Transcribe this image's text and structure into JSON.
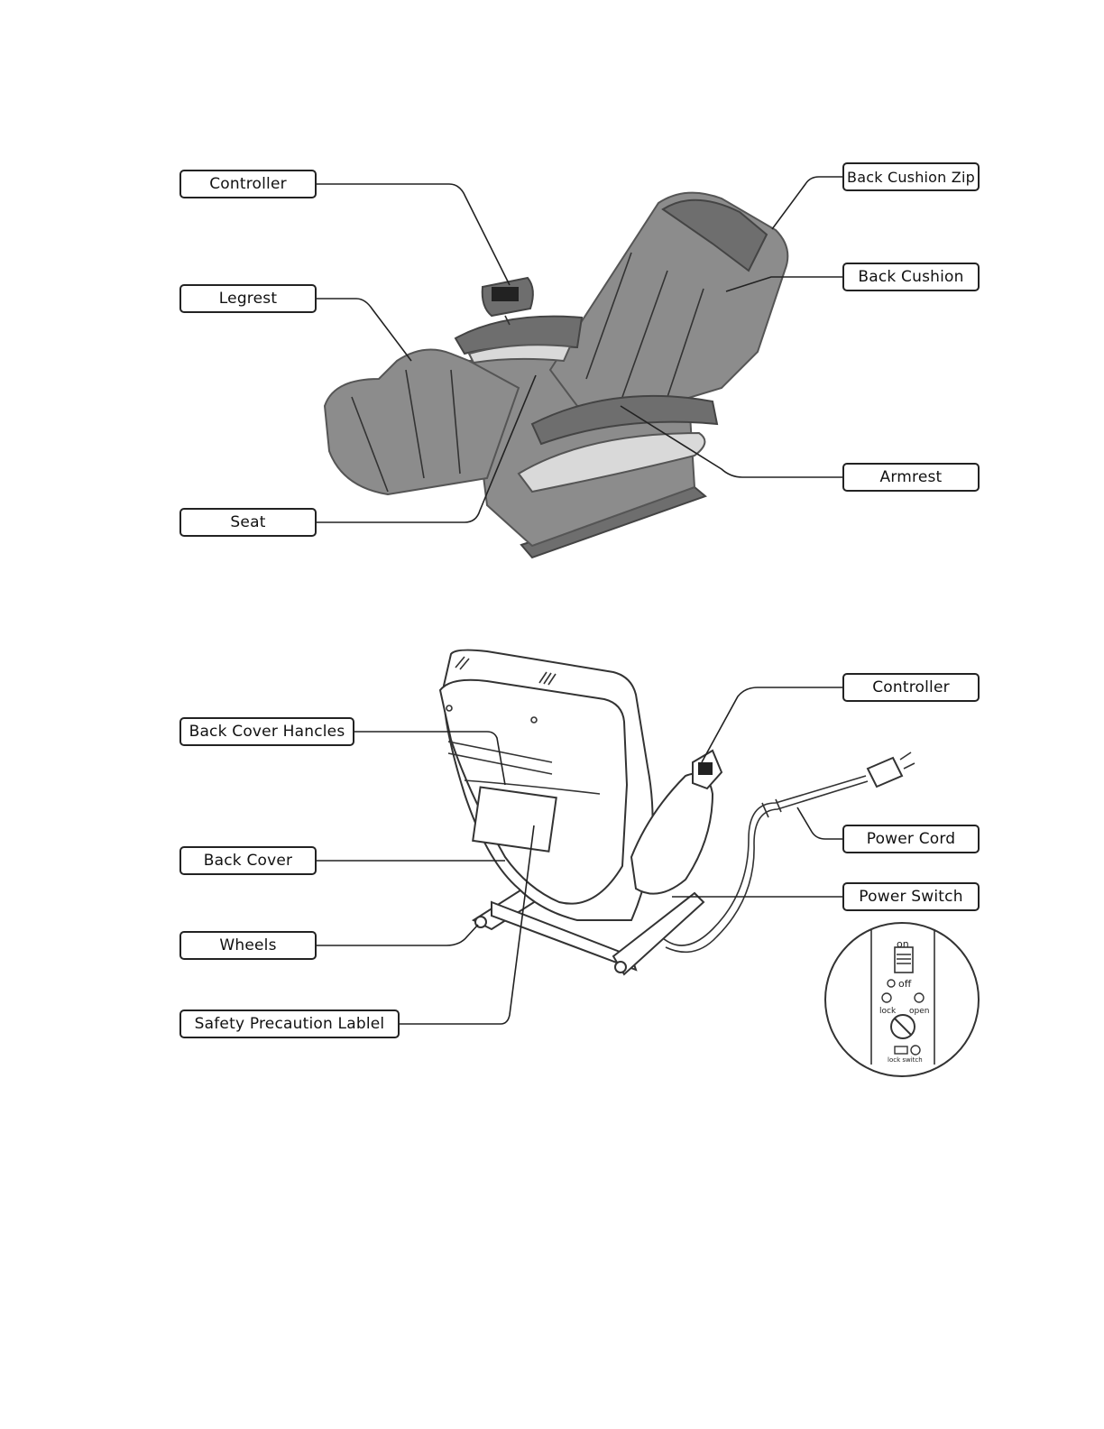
{
  "top_figure": {
    "labels": {
      "controller": "Controller",
      "legrest": "Legrest",
      "seat": "Seat",
      "back_cushion_zip": "Back Cushion Zip",
      "back_cushion": "Back Cushion",
      "armrest": "Armrest"
    }
  },
  "bottom_figure": {
    "labels": {
      "back_cover_handles": "Back Cover Hancles",
      "back_cover": "Back Cover",
      "wheels": "Wheels",
      "safety_label": "Safety Precaution Lablel",
      "controller": "Controller",
      "power_cord": "Power Cord",
      "power_switch": "Power Switch"
    },
    "switch_detail": {
      "on": "on",
      "off": "off",
      "lock": "lock",
      "open": "open",
      "lock_switch": "lock switch"
    }
  }
}
